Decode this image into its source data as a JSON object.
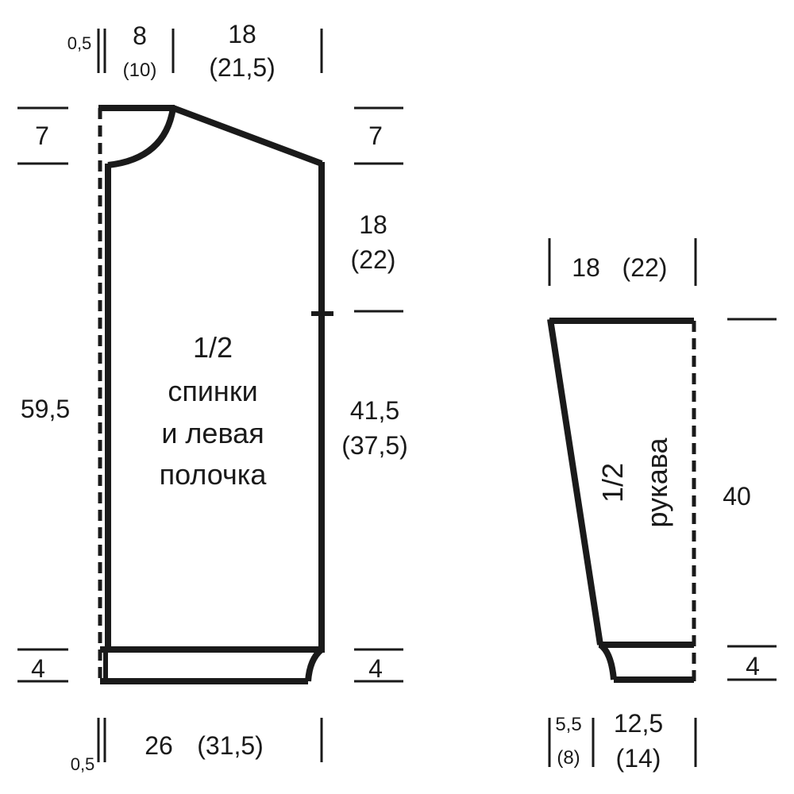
{
  "colors": {
    "ink": "#1a1a1a",
    "background": "#ffffff"
  },
  "body_piece": {
    "title_line1": "1/2",
    "title_line2": "спинки",
    "title_line3": "и левая",
    "title_line4": "полочка",
    "top_edge_half": "0,5",
    "neck_width": "8",
    "neck_width_alt": "(10)",
    "shoulder_width": "18",
    "shoulder_width_alt": "(21,5)",
    "neck_depth": "7",
    "shoulder_slope": "7",
    "armhole_depth": "18",
    "armhole_depth_alt": "(22)",
    "total_length": "59,5",
    "side_length": "41,5",
    "side_length_alt": "(37,5)",
    "ribbing_left": "4",
    "ribbing_right": "4",
    "bottom_edge_half": "0,5",
    "bottom_width": "26",
    "bottom_width_alt": "(31,5)"
  },
  "sleeve": {
    "title_line1": "1/2",
    "title_line2": "рукава",
    "top_width": "18",
    "top_width_alt": "(22)",
    "length": "40",
    "cuff_height": "4",
    "cuff_offset": "5,5",
    "cuff_offset_alt": "(8)",
    "cuff_width": "12,5",
    "cuff_width_alt": "(14)"
  }
}
